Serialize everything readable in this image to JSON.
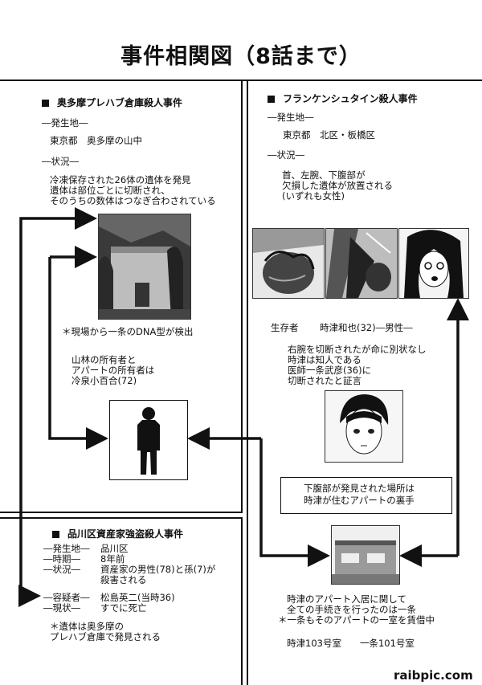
{
  "title": "事件相関図（8話まで）",
  "case1": {
    "header": "奥多摩プレハブ倉庫殺人事件",
    "place_label": "―発生地―",
    "place": "東京都　奥多摩の山中",
    "status_label": "―状況―",
    "status": [
      "冷凍保存された26体の遺体を発見",
      "遺体は部位ごとに切断され、",
      "そのうちの数体はつなぎ合わされている"
    ],
    "dna_note": "＊現場から一条のDNA型が検出",
    "owner": [
      "山林の所有者と",
      "アパートの所有者は",
      "冷泉小百合(72)"
    ]
  },
  "case2": {
    "header": "フランケンシュタイン殺人事件",
    "place_label": "―発生地―",
    "place": "東京都　北区・板橋区",
    "status_label": "―状況―",
    "status": [
      "首、左腕、下腹部が",
      "欠損した遺体が放置される",
      "(いずれも女性)"
    ],
    "survivor_label": "生存者",
    "survivor": "時津和也(32)―男性―",
    "survivor_notes": [
      "右腕を切断されたが命に別状なし",
      "時津は知人である",
      "医師一条武彦(36)に",
      "切断されたと証言"
    ],
    "box_text": [
      "下腹部が発見された場所は",
      "時津が住むアパートの裏手"
    ],
    "apartment_notes": [
      "時津のアパート入居に関して",
      "全ての手続きを行ったのは一条",
      "＊一条もそのアパートの一室を賃借中"
    ],
    "rooms": "時津103号室　　一条101号室"
  },
  "case3": {
    "header": "品川区資産家強盗殺人事件",
    "rows": [
      {
        "label": "―発生地―",
        "value": "品川区"
      },
      {
        "label": "―時期―",
        "value": "8年前"
      },
      {
        "label": "―状況―",
        "value": "資産家の男性(78)と孫(7)が"
      },
      {
        "label": "",
        "value": "殺害される"
      },
      {
        "label": "―容疑者―",
        "value": "松島英二(当時36)"
      },
      {
        "label": "―現状―",
        "value": "すでに死亡"
      }
    ],
    "note": [
      "＊遺体は奥多摩の",
      "プレハブ倉庫で発見される"
    ]
  },
  "watermark": "raibpic.com"
}
